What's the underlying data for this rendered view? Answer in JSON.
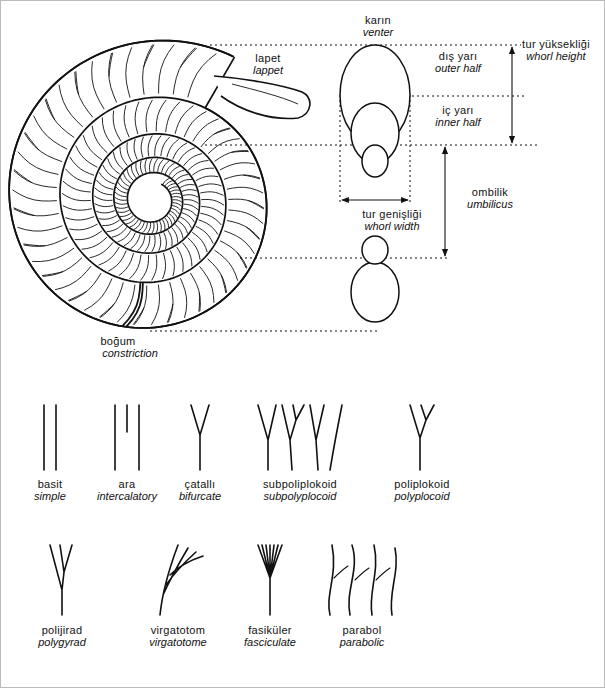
{
  "diagram": {
    "labels": [
      "lapet",
      "lappet",
      "karın",
      "venter",
      "dış yarı",
      "outer half",
      "tur yüksekliği",
      "whorl height",
      "iç yarı",
      "inner half",
      "tur genişliği",
      "whorl width",
      "ombilik",
      "umbilicus",
      "boğum",
      "constriction",
      "basit",
      "simple",
      "ara",
      "intercalatory",
      "çatallı",
      "bifurcate",
      "subpoliplokoid",
      "subpolyplocoid",
      "poliplokoid",
      "polyplocoid",
      "polijirad",
      "polygyrad",
      "virgatotom",
      "virgatotome",
      "fasiküler",
      "fasciculate",
      "parabol",
      "parabolic"
    ]
  }
}
